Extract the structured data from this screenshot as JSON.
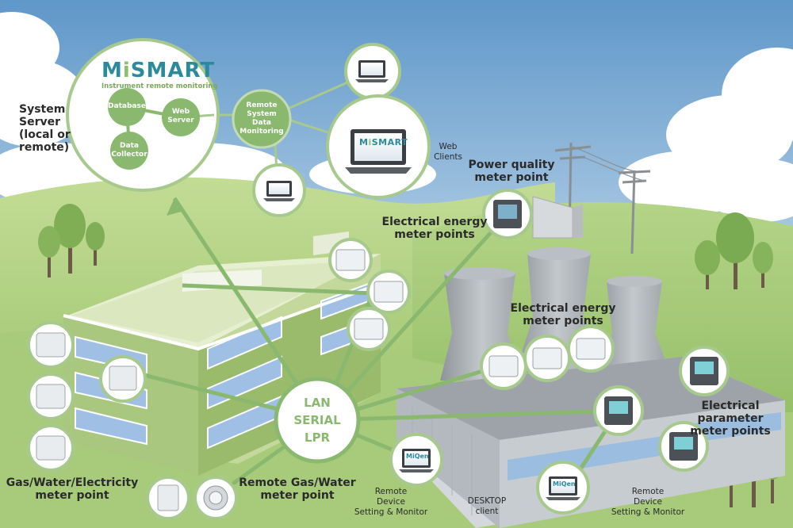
{
  "brand": {
    "logo_text_m": "M",
    "logo_text_i": "i",
    "logo_text_rest": "SMART",
    "tagline": "Instrument remote monitoring"
  },
  "server": {
    "label_line1": "System",
    "label_line2": "Server",
    "label_line3": "(local or",
    "label_line4": "remote)",
    "node_database": "Database",
    "node_web_line1": "Web",
    "node_web_line2": "Server",
    "node_collector_line1": "Data",
    "node_collector_line2": "Collector"
  },
  "remote_monitoring": {
    "line1": "Remote",
    "line2": "System",
    "line3": "Data",
    "line4": "Monitoring"
  },
  "web_clients": {
    "line1": "Web",
    "line2": "Clients"
  },
  "hub": {
    "line1": "LAN",
    "line2": "SERIAL",
    "line3": "LPR"
  },
  "labels": {
    "power_quality_line1": "Power quality",
    "power_quality_line2": "meter point",
    "electrical_energy_top_line1": "Electrical energy",
    "electrical_energy_top_line2": "meter points",
    "electrical_energy_mid_line1": "Electrical energy",
    "electrical_energy_mid_line2": "meter points",
    "electrical_parameter_line1": "Electrical parameter",
    "electrical_parameter_line2": "meter points",
    "gas_water_elec_line1": "Gas/Water/Electricity",
    "gas_water_elec_line2": "meter point",
    "remote_gas_water_line1": "Remote Gas/Water",
    "remote_gas_water_line2": "meter point",
    "remote_device_left_line1": "Remote",
    "remote_device_left_line2": "Device",
    "remote_device_left_line3": "Setting & Monitor",
    "desktop_line1": "DESKTOP",
    "desktop_line2": "client",
    "remote_device_right_line1": "Remote",
    "remote_device_right_line2": "Device",
    "remote_device_right_line3": "Setting & Monitor"
  },
  "miqen_label": "MiQen",
  "colors": {
    "sky_top": "#6aa0cf",
    "sky_bottom": "#dbe9f3",
    "grass": "#9cc46e",
    "accent_green": "#8ab86f",
    "circle_border": "#a7c98e",
    "teal_brand": "#2b8a9b"
  }
}
